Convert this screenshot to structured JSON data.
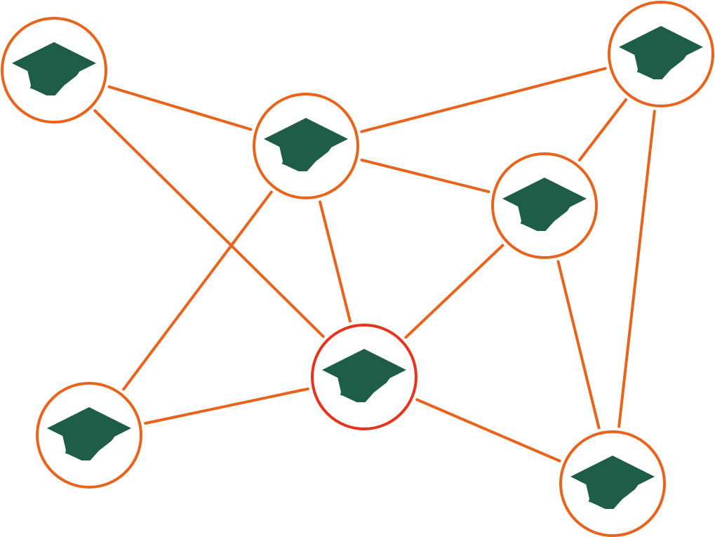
{
  "colors": {
    "edge": "#E8641C",
    "node_ring": "#E8641C",
    "center_ring": "#E8321C",
    "node_fill": "#FFFFFF",
    "cap": "#1E5E48",
    "background": "#FFFFFF"
  },
  "icon": "graduation-cap-icon",
  "nodes": [
    {
      "id": "top-left"
    },
    {
      "id": "upper-center"
    },
    {
      "id": "top-right"
    },
    {
      "id": "middle-right"
    },
    {
      "id": "center",
      "highlighted": true
    },
    {
      "id": "bottom-left"
    },
    {
      "id": "bottom-right"
    }
  ],
  "edges": [
    [
      "top-left",
      "upper-center"
    ],
    [
      "top-left",
      "center"
    ],
    [
      "upper-center",
      "top-right"
    ],
    [
      "upper-center",
      "middle-right"
    ],
    [
      "upper-center",
      "center"
    ],
    [
      "upper-center",
      "bottom-left"
    ],
    [
      "top-right",
      "middle-right"
    ],
    [
      "top-right",
      "bottom-right"
    ],
    [
      "middle-right",
      "center"
    ],
    [
      "middle-right",
      "bottom-right"
    ],
    [
      "center",
      "bottom-left"
    ],
    [
      "center",
      "bottom-right"
    ]
  ]
}
